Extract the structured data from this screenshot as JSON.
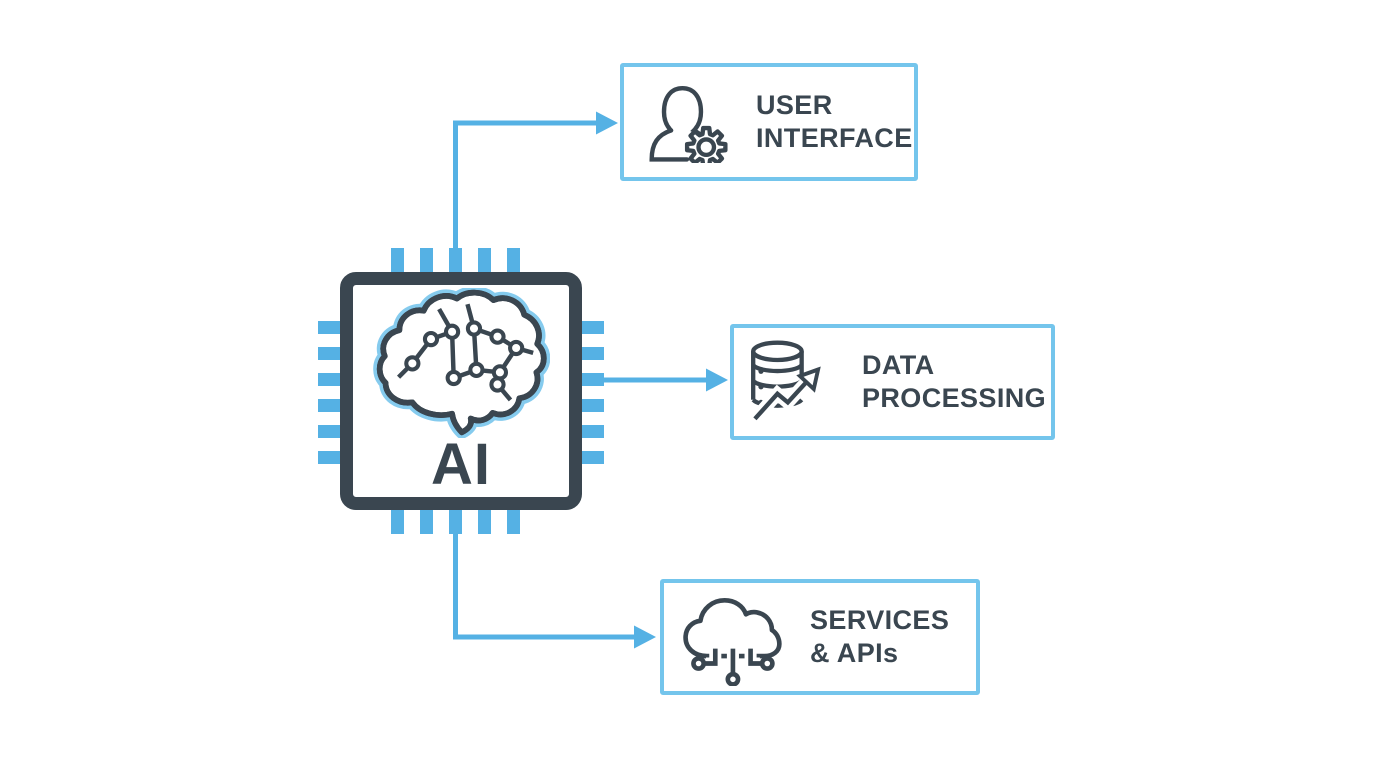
{
  "diagram": {
    "colors": {
      "accent_blue": "#55B1E4",
      "box_border_blue": "#74C5EC",
      "dark_slate": "#3A4650",
      "brain_glow_blue": "#85CBEE",
      "background": "#FFFFFF"
    },
    "chip": {
      "label": "AI",
      "icon": "brain-circuit-icon"
    },
    "nodes": [
      {
        "id": "user-interface",
        "icon": "user-gear-icon",
        "label_line1": "USER",
        "label_line2": "INTERFACE"
      },
      {
        "id": "data-processing",
        "icon": "database-chart-icon",
        "label_line1": "DATA",
        "label_line2": "PROCESSING"
      },
      {
        "id": "services-apis",
        "icon": "cloud-circuit-icon",
        "label_line1": "SERVICES",
        "label_line2": "& APIs"
      }
    ],
    "connections": [
      {
        "from": "ai-chip",
        "to": "user-interface"
      },
      {
        "from": "ai-chip",
        "to": "data-processing"
      },
      {
        "from": "ai-chip",
        "to": "services-apis"
      }
    ]
  }
}
